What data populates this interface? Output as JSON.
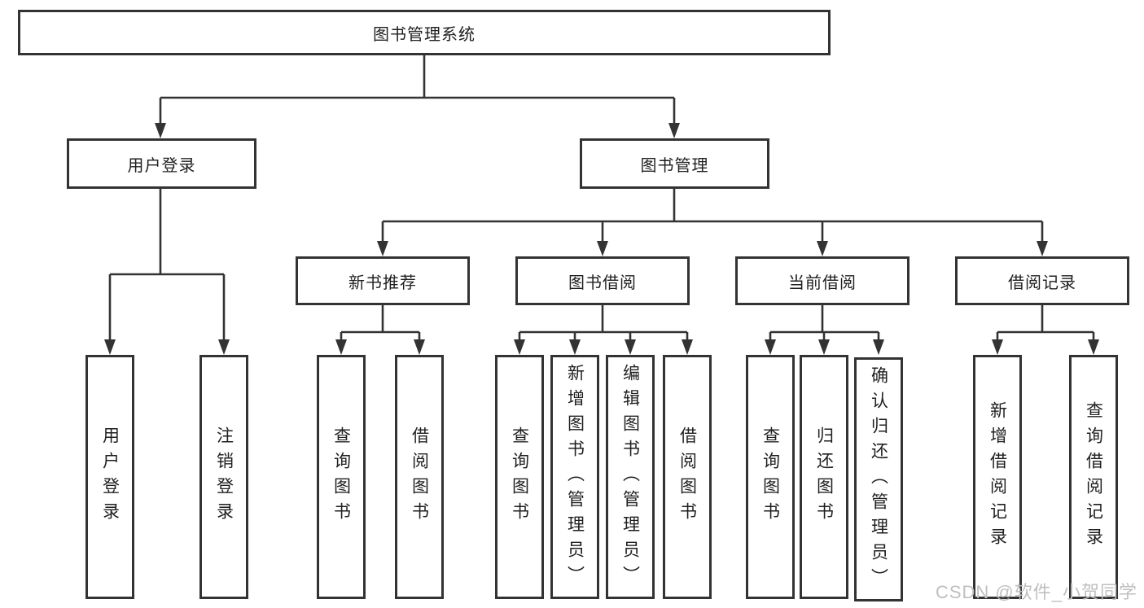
{
  "title": "图书管理系统",
  "watermark": "CSDN @软件_小贺同学",
  "colors": {
    "line": "#333333",
    "text": "#1f1f1f",
    "watermark": "#bfbfbf",
    "bg": "#ffffff"
  },
  "nodes": {
    "root": {
      "label": "图书管理系统"
    },
    "login": {
      "label": "用户登录"
    },
    "mgmt": {
      "label": "图书管理"
    },
    "rec": {
      "label": "新书推荐"
    },
    "borrow": {
      "label": "图书借阅"
    },
    "current": {
      "label": "当前借阅"
    },
    "records": {
      "label": "借阅记录"
    },
    "login_leaves": [
      {
        "label": "用户登录"
      },
      {
        "label": "注销登录"
      }
    ],
    "rec_leaves": [
      {
        "label": "查询图书"
      },
      {
        "label": "借阅图书"
      }
    ],
    "borrow_leaves": [
      {
        "label": "查询图书"
      },
      {
        "label": "新增图书（管理员）"
      },
      {
        "label": "编辑图书（管理员）"
      },
      {
        "label": "借阅图书"
      }
    ],
    "current_leaves": [
      {
        "label": "查询图书"
      },
      {
        "label": "归还图书"
      },
      {
        "label": "确认归还（管理员）"
      }
    ],
    "records_leaves": [
      {
        "label": "新增借阅记录"
      },
      {
        "label": "查询借阅记录"
      }
    ]
  }
}
